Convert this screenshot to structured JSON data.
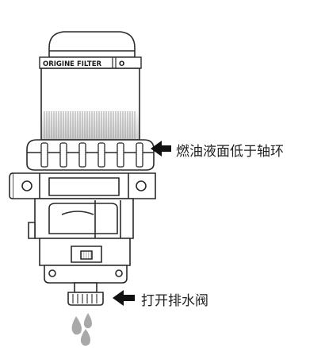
{
  "colors": {
    "line": "#2a2a2a",
    "arrow": "#111111",
    "droplet": "#a8a8a8",
    "bowl_shade": "#bfbfbf"
  },
  "diagram": {
    "filter_label": "ORIGINE FILTER",
    "filter_label_fragment": "O",
    "callouts": {
      "fuel_level": "燃油液面低于轴环",
      "drain_valve": "打开排水阀"
    }
  }
}
